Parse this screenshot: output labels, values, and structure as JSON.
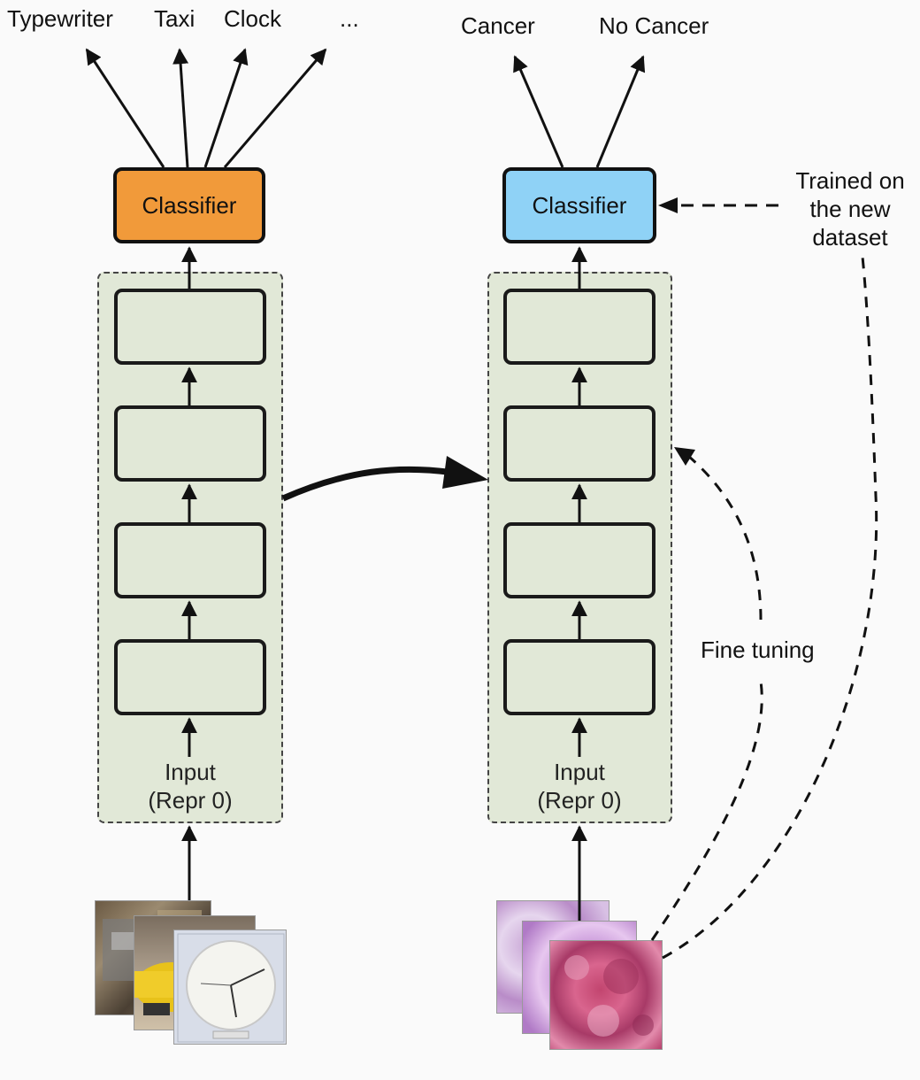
{
  "left_model": {
    "output_labels": [
      "Typewriter",
      "Taxi",
      "Clock",
      "..."
    ],
    "classifier_label": "Classifier",
    "classifier_color": "#f19a3a",
    "input_label_line1": "Input",
    "input_label_line2": "(Repr 0)",
    "layers": 4,
    "images": [
      "typewriter-image",
      "taxi-image",
      "clock-image"
    ]
  },
  "right_model": {
    "output_labels": [
      "Cancer",
      "No Cancer"
    ],
    "classifier_label": "Classifier",
    "classifier_color": "#8fd2f6",
    "input_label_line1": "Input",
    "input_label_line2": "(Repr 0)",
    "layers": 4,
    "images": [
      "histology-image-1",
      "histology-image-2",
      "histology-image-3"
    ]
  },
  "annotations": {
    "trained_line1": "Trained on",
    "trained_line2": "the new",
    "trained_line3": "dataset",
    "fine_tuning": "Fine tuning"
  },
  "colors": {
    "panel_fill": "#e1e8d7",
    "arrow": "#111111",
    "background": "#fafafa"
  }
}
